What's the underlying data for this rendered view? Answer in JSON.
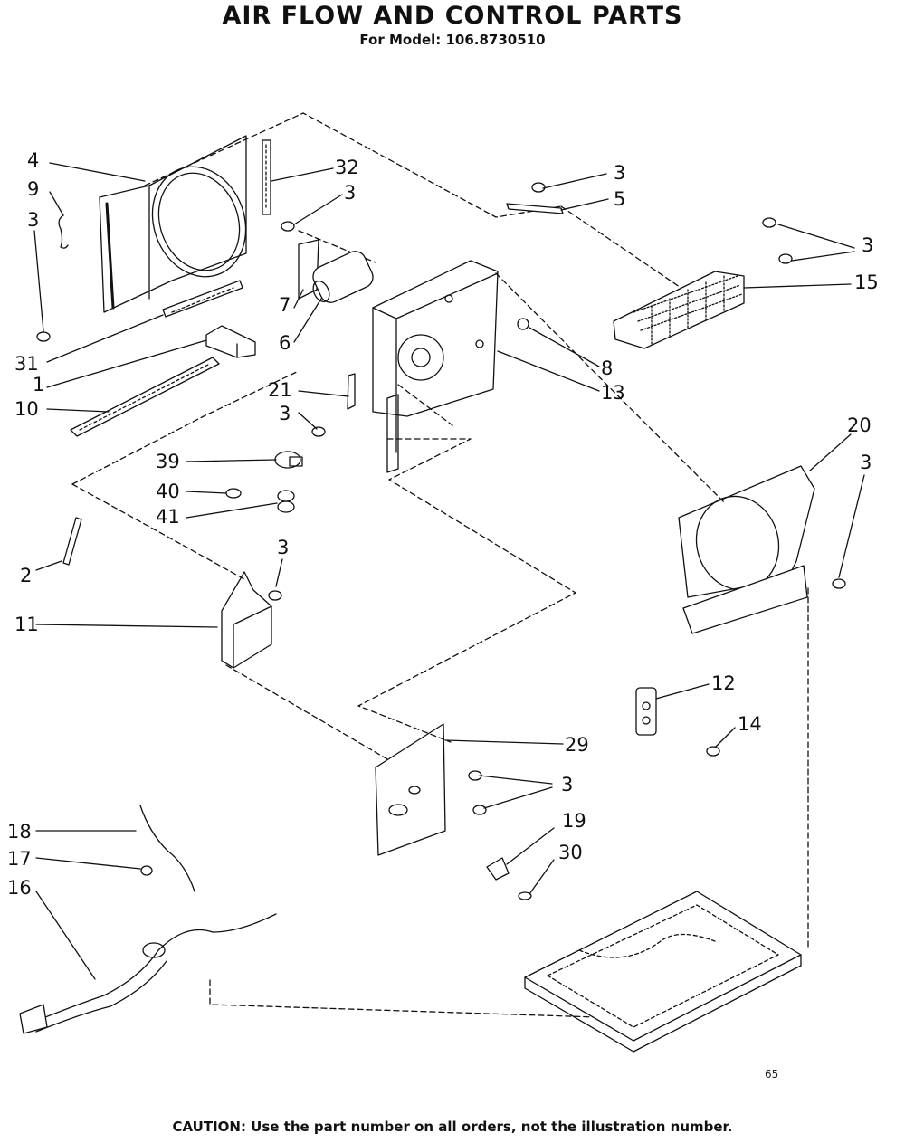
{
  "header": {
    "title": "AIR FLOW AND CONTROL PARTS",
    "subtitle": "For Model: 106.8730510"
  },
  "footer": {
    "page_code": "65",
    "caution": "CAUTION: Use the part number on all orders, not the illustration number."
  },
  "callouts": [
    "4",
    "9",
    "3",
    "31",
    "1",
    "10",
    "32",
    "3",
    "7",
    "6",
    "3",
    "5",
    "3",
    "15",
    "8",
    "13",
    "21",
    "3",
    "39",
    "40",
    "41",
    "2",
    "3",
    "11",
    "20",
    "3",
    "12",
    "14",
    "29",
    "3",
    "19",
    "30",
    "18",
    "17",
    "16"
  ]
}
